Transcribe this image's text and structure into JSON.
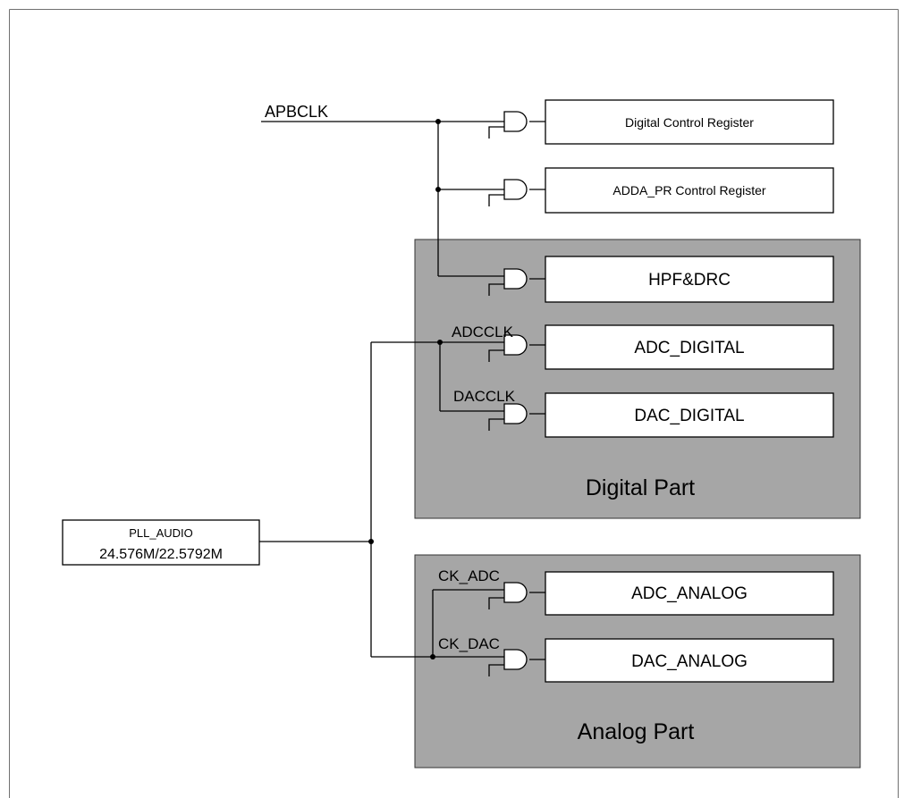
{
  "colors": {
    "part_fill": "#a6a6a6",
    "block_fill": "#ffffff",
    "line": "#000000",
    "border": "#707070"
  },
  "signals": {
    "apbclk": "APBCLK",
    "adcclk": "ADCCLK",
    "dacclk": "DACCLK",
    "ck_adc": "CK_ADC",
    "ck_dac": "CK_DAC"
  },
  "source": {
    "name": "PLL_AUDIO",
    "freq": "24.576M/22.5792M"
  },
  "blocks": {
    "digital_control": "Digital Control Register",
    "adda_pr": "ADDA_PR Control Register",
    "hpf_drc": "HPF&DRC",
    "adc_digital": "ADC_DIGITAL",
    "dac_digital": "DAC_DIGITAL",
    "adc_analog": "ADC_ANALOG",
    "dac_analog": "DAC_ANALOG"
  },
  "parts": {
    "digital": "Digital Part",
    "analog": "Analog Part"
  }
}
